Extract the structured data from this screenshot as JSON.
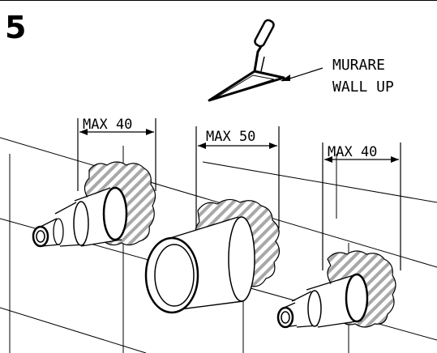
{
  "step": {
    "number": "5"
  },
  "callout": {
    "line1": "MURARE",
    "line2": "WALL UP"
  },
  "dimensions": {
    "left": "MAX 40",
    "center": "MAX 50",
    "right": "MAX 40"
  },
  "colors": {
    "ink": "#000000",
    "hatch": "#9a9a9a",
    "paper": "#ffffff"
  }
}
